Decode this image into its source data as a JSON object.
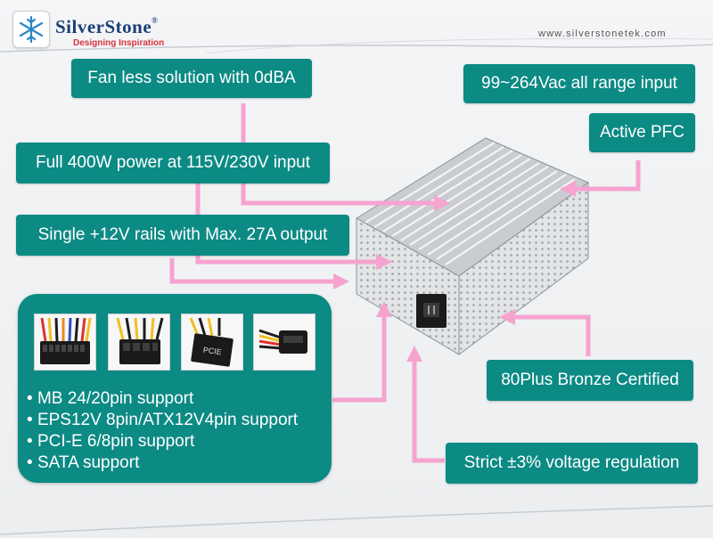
{
  "brand": {
    "name": "SilverStone",
    "registered": "®",
    "tagline": "Designing Inspiration",
    "website": "www.silverstonetek.com"
  },
  "features": {
    "fanless": "Fan less solution with 0dBA",
    "input_range": "99~264Vac all range input",
    "pfc": "Active PFC",
    "power": "Full 400W power at 115V/230V input",
    "rail": "Single +12V rails with Max. 27A output",
    "efficiency": "80Plus Bronze Certified",
    "regulation": "Strict ±3% voltage regulation"
  },
  "connectors": {
    "items": [
      "MB 24/20pin support",
      "EPS12V 8pin/ATX12V4pin support",
      "PCI-E 6/8pin support",
      "SATA support"
    ],
    "pcie_label": "PCIE"
  },
  "colors": {
    "teal": "#0c8a84",
    "arrow_pink": "#f6a3d0"
  }
}
